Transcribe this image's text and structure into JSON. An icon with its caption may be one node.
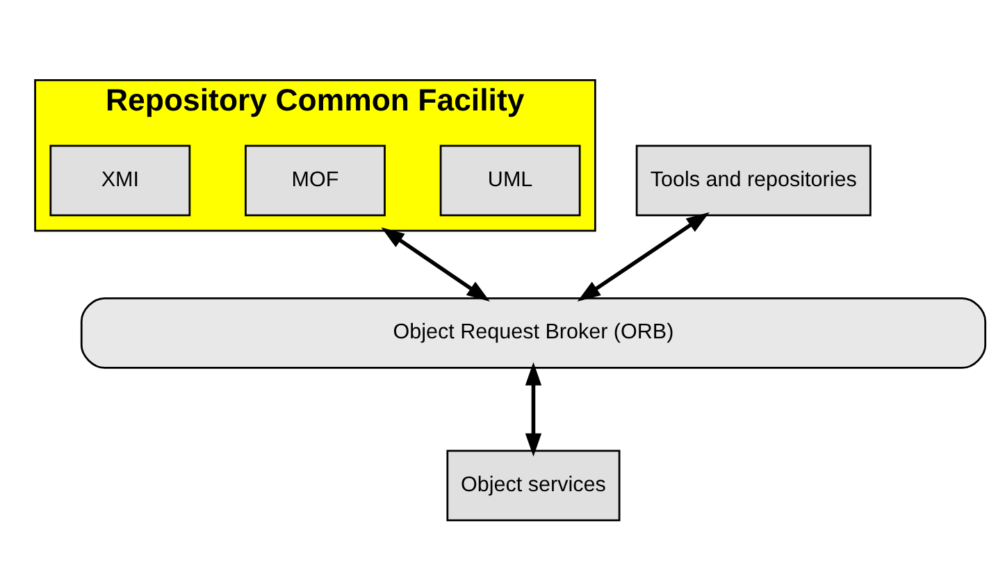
{
  "diagram": {
    "nodes": [
      {
        "text": [
          "Repository Common Facility"
        ]
      },
      {
        "text": [
          "UML"
        ],
        "in": 0
      },
      {
        "text": [
          "MOF"
        ],
        "in": 0
      },
      {
        "text": [
          "XMI"
        ],
        "in": 0
      },
      {
        "text": [
          "Tools and repositories"
        ]
      },
      {
        "text": [
          "Object Request Broker (ORB)"
        ]
      },
      {
        "text": [
          "Object services"
        ]
      }
    ],
    "edges": [
      {
        "from": 0,
        "to": 5,
        "arrow": "both"
      },
      {
        "from": 4,
        "to": 5,
        "arrow": "both"
      },
      {
        "from": 5,
        "to": 6,
        "arrow": "both"
      }
    ]
  }
}
